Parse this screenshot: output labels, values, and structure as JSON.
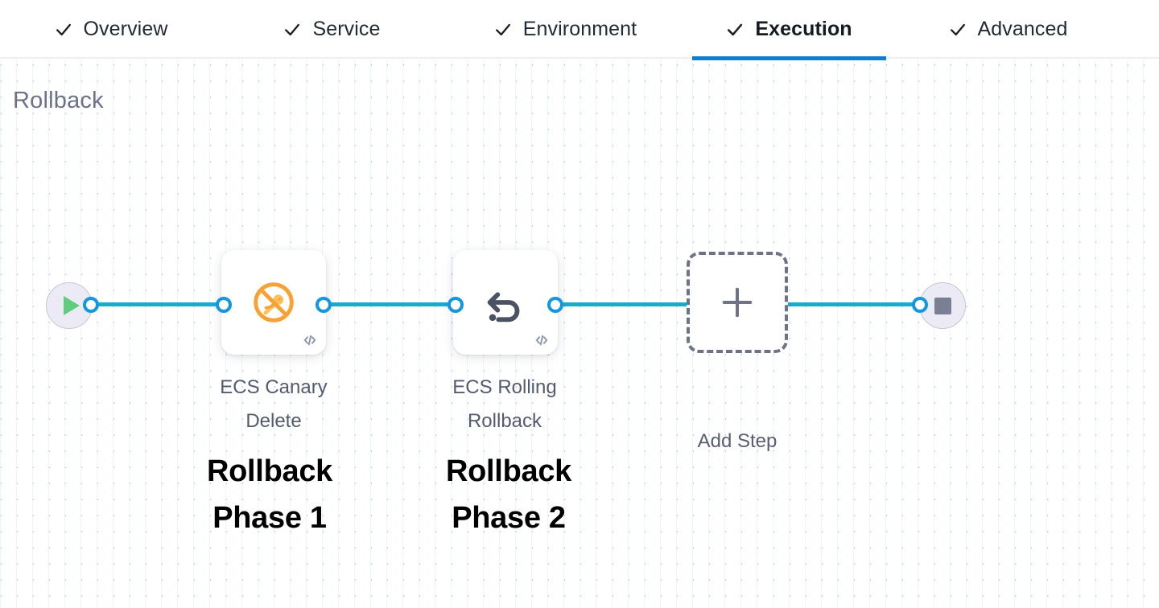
{
  "tabs": [
    {
      "label": "Overview",
      "icon": "check-icon",
      "completed": true,
      "active": false
    },
    {
      "label": "Service",
      "icon": "check-icon",
      "completed": true,
      "active": false
    },
    {
      "label": "Environment",
      "icon": "check-icon",
      "completed": true,
      "active": false
    },
    {
      "label": "Execution",
      "icon": "check-icon",
      "completed": true,
      "active": true
    },
    {
      "label": "Advanced",
      "icon": "check-icon",
      "completed": true,
      "active": false
    }
  ],
  "canvas": {
    "stage_title": "Rollback",
    "pipeline": {
      "start_node": {
        "name": "start-node",
        "icon": "play-icon"
      },
      "end_node": {
        "name": "end-node",
        "icon": "stop-icon"
      },
      "steps": [
        {
          "label_line1": "ECS Canary",
          "label_line2": "Delete",
          "icon": "ecs-canary-delete-icon",
          "badge": "code-icon"
        },
        {
          "label_line1": "ECS Rolling",
          "label_line2": "Rollback",
          "icon": "rollback-arrow-icon",
          "badge": "code-icon"
        }
      ],
      "add_step": {
        "label": "Add Step",
        "icon": "plus-icon"
      }
    },
    "annotations": [
      {
        "line1": "Rollback",
        "line2": "Phase 1"
      },
      {
        "line1": "Rollback",
        "line2": "Phase 2"
      }
    ]
  },
  "colors": {
    "accent_blue": "#0b7fd4",
    "edge_cyan": "#16accc",
    "port_blue": "#1597e0",
    "canary_orange": "#f9a132",
    "play_green": "#5ece7e",
    "stop_gray": "#7b7f93",
    "title_gray": "#6b7187",
    "dashed_gray": "#6f7285"
  }
}
